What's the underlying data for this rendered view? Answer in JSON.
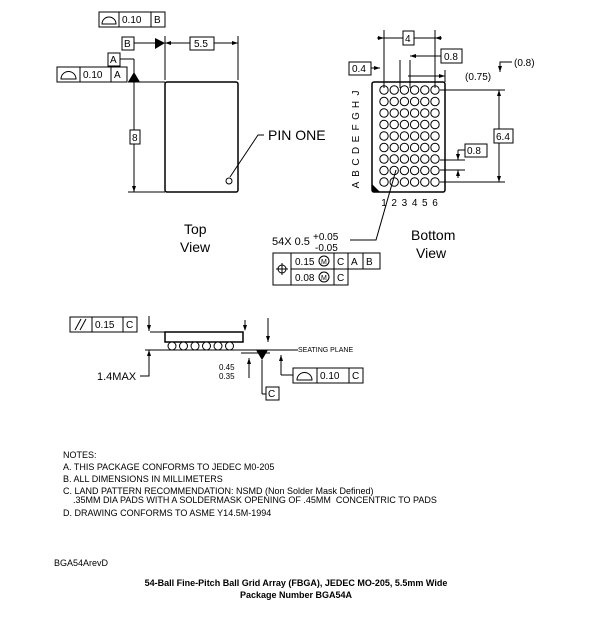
{
  "top_view": {
    "flatness_value": "0.10",
    "flatness_datum": "B",
    "datum_b": "B",
    "width_dim": "5.5",
    "datum_a": "A",
    "flatness_a_value": "0.10",
    "flatness_a_datum": "A",
    "height_dim": "8",
    "pin_one": "PIN ONE",
    "caption_line1": "Top",
    "caption_line2": "View"
  },
  "bottom_view": {
    "pitch_dim": "4",
    "dim_04": "0.4",
    "dim_08_top": "0.8",
    "dim_075": "(0.75)",
    "dim_08_paren": "(0.8)",
    "dim_64": "6.4",
    "dim_08_side": "0.8",
    "row_letters": [
      "A",
      "B",
      "C",
      "D",
      "E",
      "F",
      "G",
      "H",
      "J"
    ],
    "col_numbers": [
      "1",
      "2",
      "3",
      "4",
      "5",
      "6"
    ],
    "ball_count_label": "54X 0.5",
    "ball_tol_plus": "+0.05",
    "ball_tol_minus": "-0.05",
    "fcf_row1_value": "0.15",
    "fcf_row1_mod": "M",
    "fcf_row1_datums": [
      "C",
      "A",
      "B"
    ],
    "fcf_row2_value": "0.08",
    "fcf_row2_mod": "M",
    "fcf_row2_datum": "C",
    "caption_line1": "Bottom",
    "caption_line2": "View"
  },
  "side_view": {
    "parallelism_value": "0.15",
    "parallelism_datum": "C",
    "seating_plane": "SEATING PLANE",
    "max_height": "1.4MAX",
    "ball_h_max": "0.45",
    "ball_h_min": "0.35",
    "flatness_value": "0.10",
    "flatness_datum": "C",
    "datum_c": "C"
  },
  "notes": {
    "heading": "NOTES:",
    "lines": [
      "A. THIS PACKAGE CONFORMS TO JEDEC M0-205",
      "B. ALL DIMENSIONS IN MILLIMETERS",
      "C. LAND PATTERN RECOMMENDATION: NSMD (Non Solder Mask Defined)",
      "    .35MM DIA PADS WITH A SOLDERMASK OPENING OF .45MM  CONCENTRIC TO PADS",
      "D. DRAWING CONFORMS TO ASME Y14.5M-1994"
    ]
  },
  "footer": {
    "drawing_id": "BGA54ArevD",
    "title_line1": "54-Ball Fine-Pitch Ball Grid Array (FBGA), JEDEC MO-205, 5.5mm Wide",
    "title_line2": "Package Number BGA54A"
  }
}
